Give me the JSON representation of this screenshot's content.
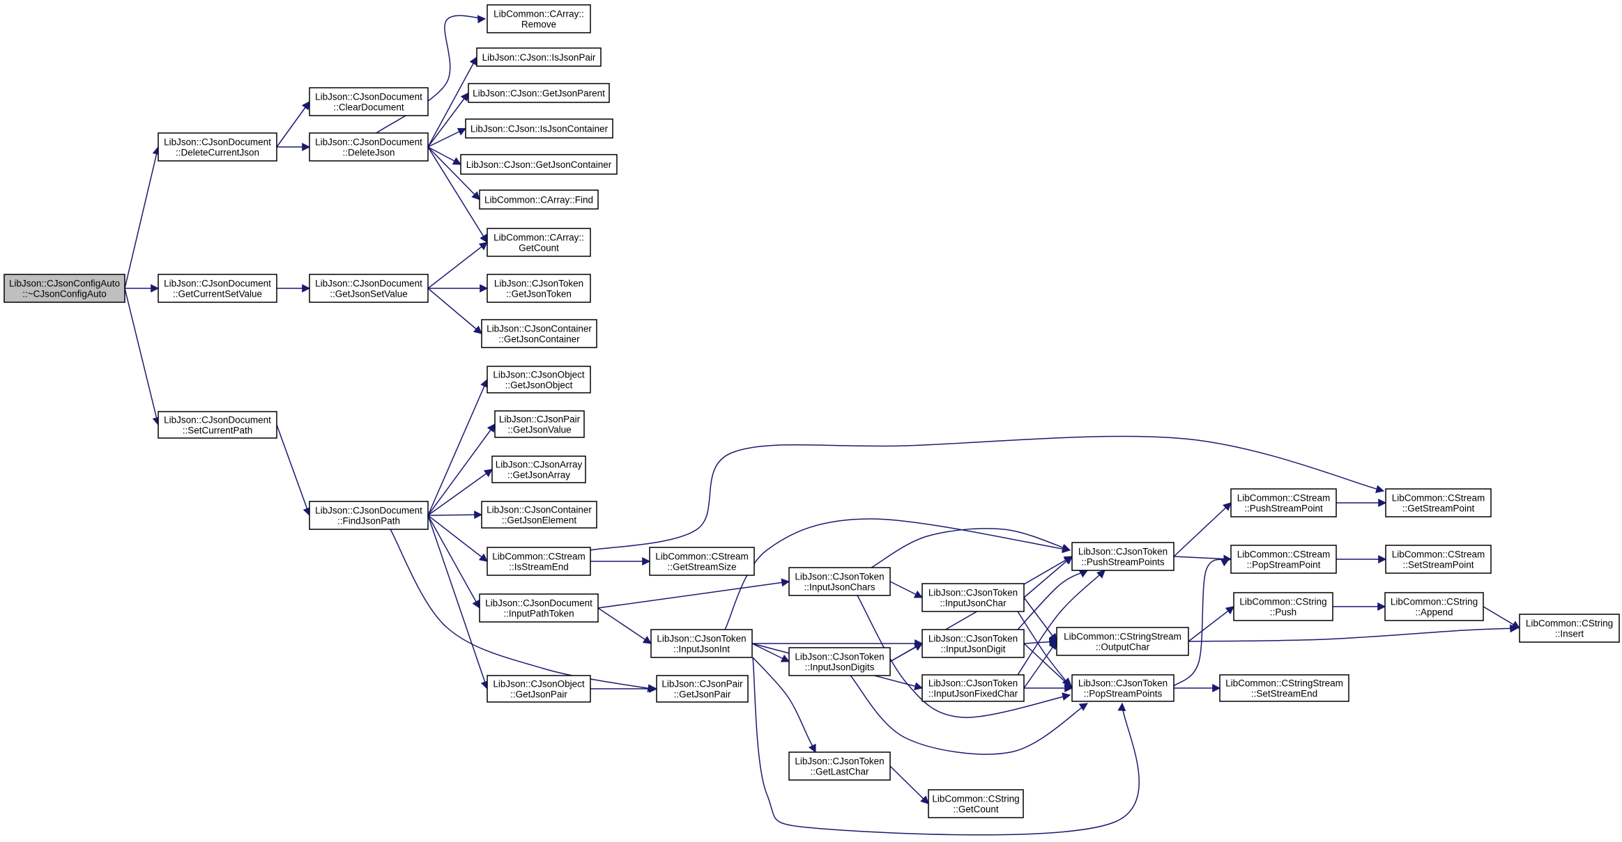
{
  "graph": {
    "edge_color": "#191970",
    "root_fill": "#bfbfbf",
    "nodes": [
      {
        "id": "root",
        "root": true,
        "lines": [
          "LibJson::CJsonConfigAuto",
          "::~CJsonConfigAuto"
        ]
      },
      {
        "id": "deleteCurrentJson",
        "lines": [
          "LibJson::CJsonDocument",
          "::DeleteCurrentJson"
        ]
      },
      {
        "id": "getCurrentSetValue",
        "lines": [
          "LibJson::CJsonDocument",
          "::GetCurrentSetValue"
        ]
      },
      {
        "id": "setCurrentPath",
        "lines": [
          "LibJson::CJsonDocument",
          "::SetCurrentPath"
        ]
      },
      {
        "id": "clearDocument",
        "lines": [
          "LibJson::CJsonDocument",
          "::ClearDocument"
        ]
      },
      {
        "id": "deleteJson",
        "lines": [
          "LibJson::CJsonDocument",
          "::DeleteJson"
        ]
      },
      {
        "id": "getJsonSetValue",
        "lines": [
          "LibJson::CJsonDocument",
          "::GetJsonSetValue"
        ]
      },
      {
        "id": "findJsonPath",
        "lines": [
          "LibJson::CJsonDocument",
          "::FindJsonPath"
        ]
      },
      {
        "id": "carrayRemove",
        "lines": [
          "LibCommon::CArray::",
          "Remove"
        ]
      },
      {
        "id": "isJsonPair",
        "lines": [
          "LibJson::CJson::IsJsonPair"
        ]
      },
      {
        "id": "getJsonParent",
        "lines": [
          "LibJson::CJson::GetJsonParent"
        ]
      },
      {
        "id": "isJsonContainer",
        "lines": [
          "LibJson::CJson::IsJsonContainer"
        ]
      },
      {
        "id": "getJsonContainer",
        "lines": [
          "LibJson::CJson::GetJsonContainer"
        ]
      },
      {
        "id": "carrayFind",
        "lines": [
          "LibCommon::CArray::Find"
        ]
      },
      {
        "id": "carrayGetCount",
        "lines": [
          "LibCommon::CArray::",
          "GetCount"
        ]
      },
      {
        "id": "tokenGetJsonToken",
        "lines": [
          "LibJson::CJsonToken",
          "::GetJsonToken"
        ]
      },
      {
        "id": "containerGetJsonContainer",
        "lines": [
          "LibJson::CJsonContainer",
          "::GetJsonContainer"
        ]
      },
      {
        "id": "objectGetJsonObject",
        "lines": [
          "LibJson::CJsonObject",
          "::GetJsonObject"
        ]
      },
      {
        "id": "pairGetJsonValue",
        "lines": [
          "LibJson::CJsonPair",
          "::GetJsonValue"
        ]
      },
      {
        "id": "arrayGetJsonArray",
        "lines": [
          "LibJson::CJsonArray",
          "::GetJsonArray"
        ]
      },
      {
        "id": "containerGetJsonElement",
        "lines": [
          "LibJson::CJsonContainer",
          "::GetJsonElement"
        ]
      },
      {
        "id": "streamIsStreamEnd",
        "lines": [
          "LibCommon::CStream",
          "::IsStreamEnd"
        ]
      },
      {
        "id": "inputPathToken",
        "lines": [
          "LibJson::CJsonDocument",
          "::InputPathToken"
        ]
      },
      {
        "id": "objectGetJsonPair",
        "lines": [
          "LibJson::CJsonObject",
          "::GetJsonPair"
        ]
      },
      {
        "id": "pairGetJsonPair",
        "lines": [
          "LibJson::CJsonPair",
          "::GetJsonPair"
        ]
      },
      {
        "id": "streamGetStreamSize",
        "lines": [
          "LibCommon::CStream",
          "::GetStreamSize"
        ]
      },
      {
        "id": "inputJsonInt",
        "lines": [
          "LibJson::CJsonToken",
          "::InputJsonInt"
        ]
      },
      {
        "id": "inputJsonChars",
        "lines": [
          "LibJson::CJsonToken",
          "::InputJsonChars"
        ]
      },
      {
        "id": "inputJsonDigits",
        "lines": [
          "LibJson::CJsonToken",
          "::InputJsonDigits"
        ]
      },
      {
        "id": "getLastChar",
        "lines": [
          "LibJson::CJsonToken",
          "::GetLastChar"
        ]
      },
      {
        "id": "inputJsonChar",
        "lines": [
          "LibJson::CJsonToken",
          "::InputJsonChar"
        ]
      },
      {
        "id": "inputJsonDigit",
        "lines": [
          "LibJson::CJsonToken",
          "::InputJsonDigit"
        ]
      },
      {
        "id": "inputJsonFixedChar",
        "lines": [
          "LibJson::CJsonToken",
          "::InputJsonFixedChar"
        ]
      },
      {
        "id": "cstringGetCount",
        "lines": [
          "LibCommon::CString",
          "::GetCount"
        ]
      },
      {
        "id": "pushStreamPoints",
        "lines": [
          "LibJson::CJsonToken",
          "::PushStreamPoints"
        ]
      },
      {
        "id": "outputChar",
        "lines": [
          "LibCommon::CStringStream",
          "::OutputChar"
        ]
      },
      {
        "id": "popStreamPoints",
        "lines": [
          "LibJson::CJsonToken",
          "::PopStreamPoints"
        ]
      },
      {
        "id": "pushStreamPoint",
        "lines": [
          "LibCommon::CStream",
          "::PushStreamPoint"
        ]
      },
      {
        "id": "popStreamPoint",
        "lines": [
          "LibCommon::CStream",
          "::PopStreamPoint"
        ]
      },
      {
        "id": "cstringPush",
        "lines": [
          "LibCommon::CString",
          "::Push"
        ]
      },
      {
        "id": "setStreamEnd",
        "lines": [
          "LibCommon::CStringStream",
          "::SetStreamEnd"
        ]
      },
      {
        "id": "getStreamPoint",
        "lines": [
          "LibCommon::CStream",
          "::GetStreamPoint"
        ]
      },
      {
        "id": "setStreamPoint",
        "lines": [
          "LibCommon::CStream",
          "::SetStreamPoint"
        ]
      },
      {
        "id": "cstringAppend",
        "lines": [
          "LibCommon::CString",
          "::Append"
        ]
      },
      {
        "id": "cstringInsert",
        "lines": [
          "LibCommon::CString",
          "::Insert"
        ]
      }
    ],
    "edges": [
      [
        "root",
        "deleteCurrentJson"
      ],
      [
        "root",
        "getCurrentSetValue"
      ],
      [
        "root",
        "setCurrentPath"
      ],
      [
        "deleteCurrentJson",
        "clearDocument"
      ],
      [
        "deleteCurrentJson",
        "deleteJson"
      ],
      [
        "deleteJson",
        "carrayRemove"
      ],
      [
        "deleteJson",
        "isJsonPair"
      ],
      [
        "deleteJson",
        "getJsonParent"
      ],
      [
        "deleteJson",
        "isJsonContainer"
      ],
      [
        "deleteJson",
        "getJsonContainer"
      ],
      [
        "deleteJson",
        "carrayFind"
      ],
      [
        "deleteJson",
        "carrayGetCount"
      ],
      [
        "getCurrentSetValue",
        "getJsonSetValue"
      ],
      [
        "getJsonSetValue",
        "carrayGetCount"
      ],
      [
        "getJsonSetValue",
        "tokenGetJsonToken"
      ],
      [
        "getJsonSetValue",
        "containerGetJsonContainer"
      ],
      [
        "setCurrentPath",
        "findJsonPath"
      ],
      [
        "findJsonPath",
        "objectGetJsonObject"
      ],
      [
        "findJsonPath",
        "pairGetJsonValue"
      ],
      [
        "findJsonPath",
        "arrayGetJsonArray"
      ],
      [
        "findJsonPath",
        "containerGetJsonElement"
      ],
      [
        "findJsonPath",
        "streamIsStreamEnd"
      ],
      [
        "findJsonPath",
        "inputPathToken"
      ],
      [
        "findJsonPath",
        "objectGetJsonPair"
      ],
      [
        "findJsonPath",
        "pairGetJsonPair"
      ],
      [
        "streamIsStreamEnd",
        "streamGetStreamSize"
      ],
      [
        "streamIsStreamEnd",
        "getStreamPoint"
      ],
      [
        "inputPathToken",
        "inputJsonChars"
      ],
      [
        "inputPathToken",
        "inputJsonInt"
      ],
      [
        "objectGetJsonPair",
        "pairGetJsonPair"
      ],
      [
        "inputJsonChars",
        "inputJsonChar"
      ],
      [
        "inputJsonChars",
        "pushStreamPoints"
      ],
      [
        "inputJsonChars",
        "popStreamPoints"
      ],
      [
        "inputJsonInt",
        "pushStreamPoints"
      ],
      [
        "inputJsonInt",
        "inputJsonDigit"
      ],
      [
        "inputJsonInt",
        "inputJsonDigits"
      ],
      [
        "inputJsonInt",
        "inputJsonFixedChar"
      ],
      [
        "inputJsonInt",
        "getLastChar"
      ],
      [
        "inputJsonInt",
        "popStreamPoints"
      ],
      [
        "inputJsonDigits",
        "inputJsonDigit"
      ],
      [
        "inputJsonDigits",
        "pushStreamPoints"
      ],
      [
        "inputJsonDigits",
        "popStreamPoints"
      ],
      [
        "getLastChar",
        "cstringGetCount"
      ],
      [
        "inputJsonChar",
        "pushStreamPoints"
      ],
      [
        "inputJsonChar",
        "outputChar"
      ],
      [
        "inputJsonChar",
        "popStreamPoints"
      ],
      [
        "inputJsonDigit",
        "pushStreamPoints"
      ],
      [
        "inputJsonDigit",
        "outputChar"
      ],
      [
        "inputJsonDigit",
        "popStreamPoints"
      ],
      [
        "inputJsonFixedChar",
        "pushStreamPoints"
      ],
      [
        "inputJsonFixedChar",
        "outputChar"
      ],
      [
        "inputJsonFixedChar",
        "popStreamPoints"
      ],
      [
        "pushStreamPoints",
        "pushStreamPoint"
      ],
      [
        "pushStreamPoints",
        "popStreamPoint"
      ],
      [
        "outputChar",
        "cstringPush"
      ],
      [
        "outputChar",
        "cstringInsert"
      ],
      [
        "popStreamPoints",
        "popStreamPoint"
      ],
      [
        "popStreamPoints",
        "setStreamEnd"
      ],
      [
        "pushStreamPoint",
        "getStreamPoint"
      ],
      [
        "popStreamPoint",
        "setStreamPoint"
      ],
      [
        "cstringPush",
        "cstringAppend"
      ],
      [
        "cstringAppend",
        "cstringInsert"
      ]
    ]
  }
}
